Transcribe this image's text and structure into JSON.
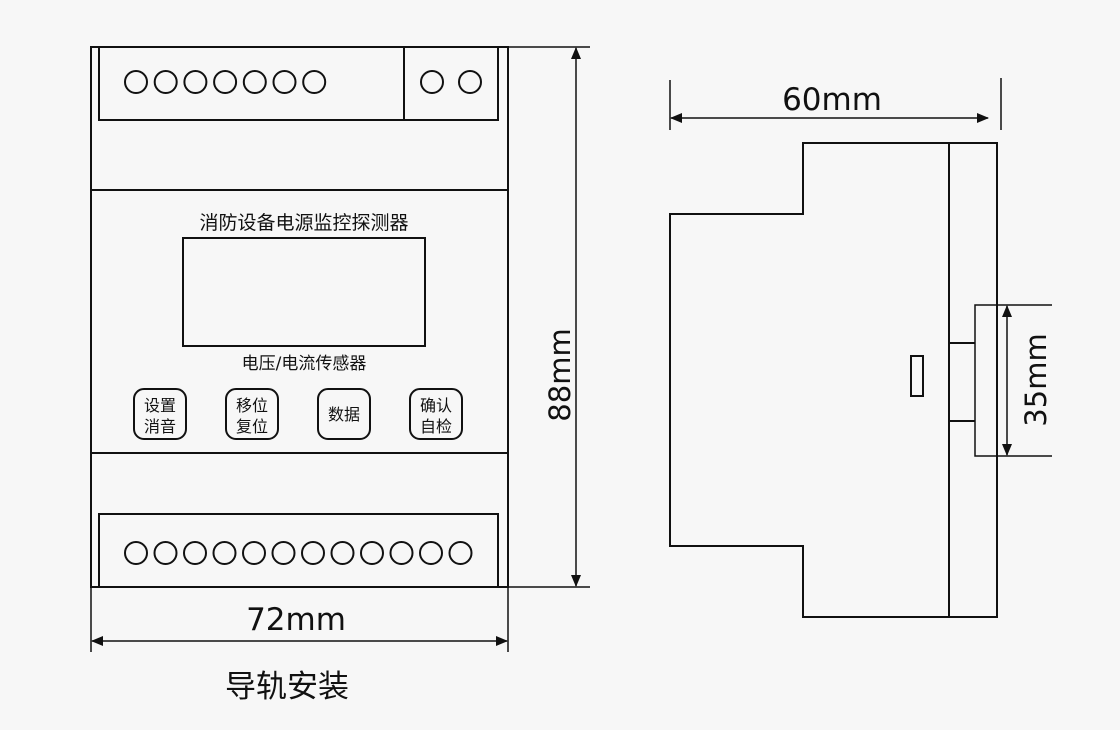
{
  "front_view": {
    "device_title": "消防设备电源监控探测器",
    "sensor_label": "电压/电流传感器",
    "buttons": [
      {
        "line1": "设置",
        "line2": "消音"
      },
      {
        "line1": "移位",
        "line2": "复位"
      },
      {
        "line1": "数据",
        "line2": ""
      },
      {
        "line1": "确认",
        "line2": "自检"
      }
    ],
    "top_terminals_left_count": 7,
    "top_terminals_right_count": 2,
    "bottom_terminals_count": 12
  },
  "dimensions": {
    "width": "72mm",
    "height": "88mm",
    "depth": "60mm",
    "rail": "35mm"
  },
  "caption": "导轨安装"
}
